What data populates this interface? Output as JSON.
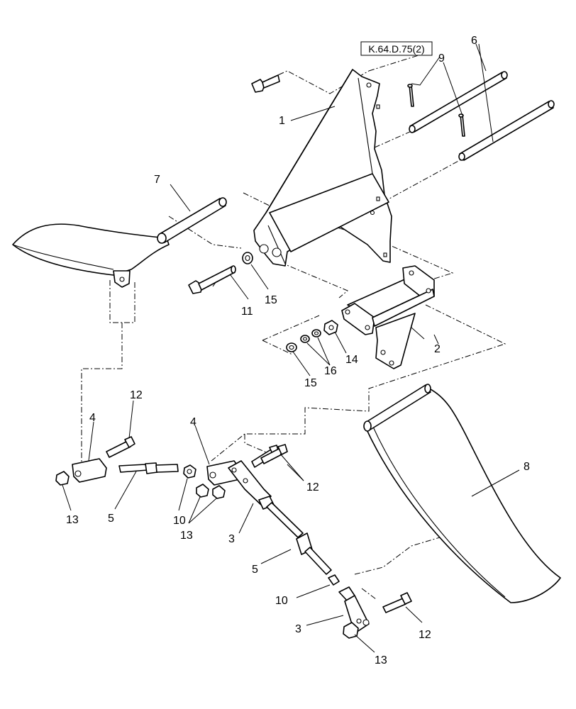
{
  "reference": {
    "label": "K.64.D.75(2)"
  },
  "callouts": {
    "c1": "1",
    "c2": "2",
    "c3a": "3",
    "c3b": "3",
    "c4a": "4",
    "c4b": "4",
    "c5a": "5",
    "c5b": "5",
    "c6": "6",
    "c7": "7",
    "c8": "8",
    "c9": "9",
    "c10a": "10",
    "c10b": "10",
    "c11": "11",
    "c12a": "12",
    "c12b": "12",
    "c12c": "12",
    "c13a": "13",
    "c13b": "13",
    "c13c": "13",
    "c14": "14",
    "c15a": "15",
    "c15b": "15",
    "c16": "16"
  },
  "colors": {
    "line": "#000000",
    "background": "#ffffff"
  }
}
